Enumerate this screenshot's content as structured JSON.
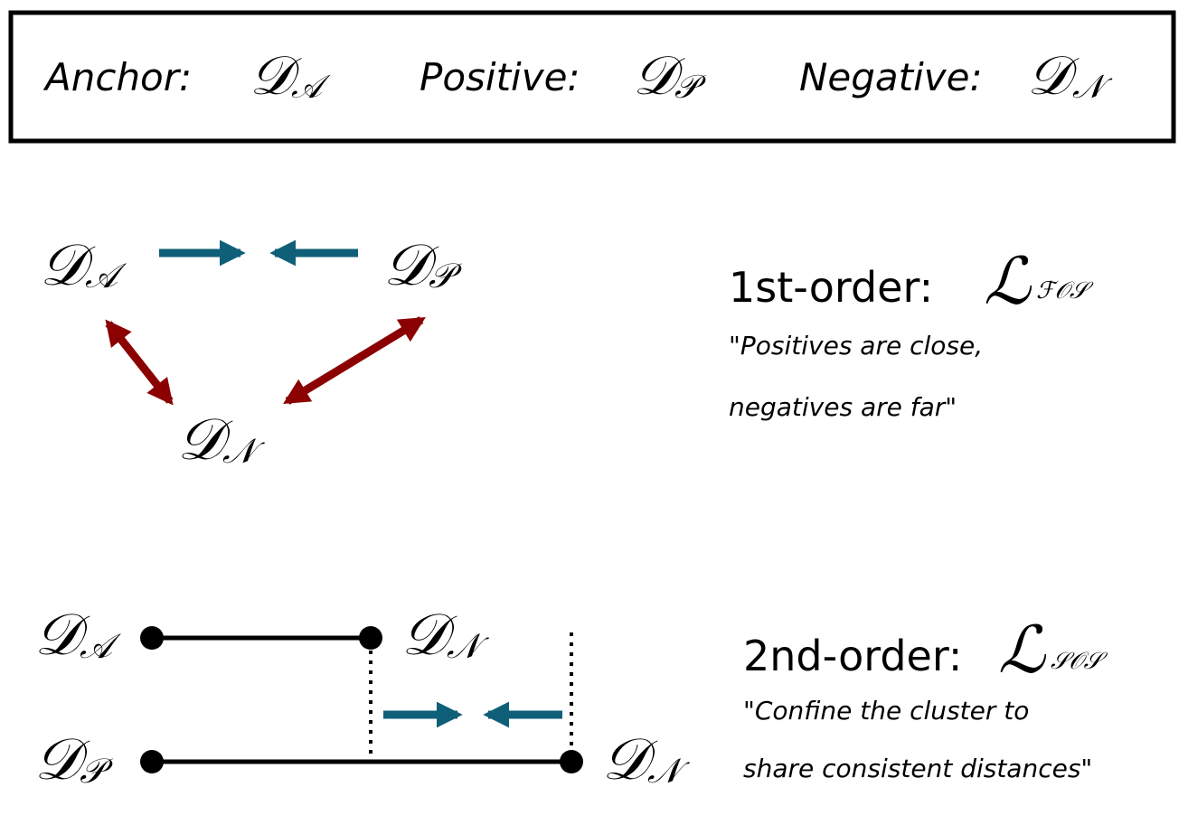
{
  "legend": {
    "anchor_label": "Anchor:",
    "positive_label": "Positive:",
    "negative_label": "Negative:"
  },
  "symbols": {
    "D": "𝒟",
    "L": "ℒ",
    "sub_anchor": "𝒜",
    "sub_positive": "𝒫",
    "sub_negative": "𝒩",
    "sub_fos": "ℱ𝒪𝒮",
    "sub_sos": "𝒮𝒪𝒮"
  },
  "first_order": {
    "title": "1st-order:",
    "quote_line1": "\"Positives are close,",
    "quote_line2": "negatives are far\""
  },
  "second_order": {
    "title": "2nd-order:",
    "quote_line1": "\"Confine the cluster to",
    "quote_line2": "share consistent distances\""
  },
  "colors": {
    "attract": "#0f5f78",
    "repel": "#8b0000",
    "ink": "#000000"
  }
}
